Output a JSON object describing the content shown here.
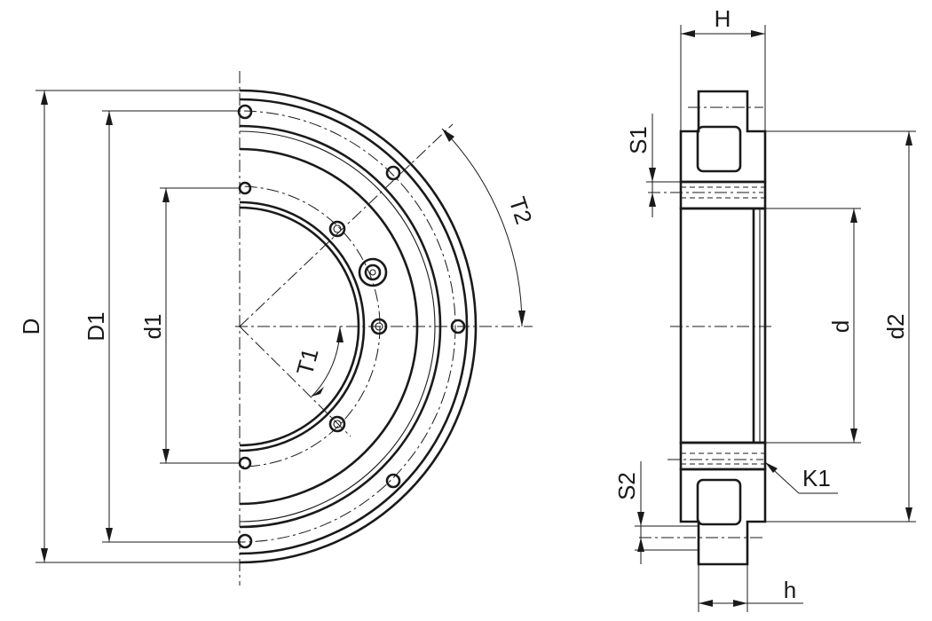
{
  "labels": {
    "D": "D",
    "D1": "D1",
    "d1": "d1",
    "T1": "T1",
    "T2": "T2",
    "H": "H",
    "S1": "S1",
    "S2": "S2",
    "d": "d",
    "d2": "d2",
    "K1": "K1",
    "h": "h"
  }
}
